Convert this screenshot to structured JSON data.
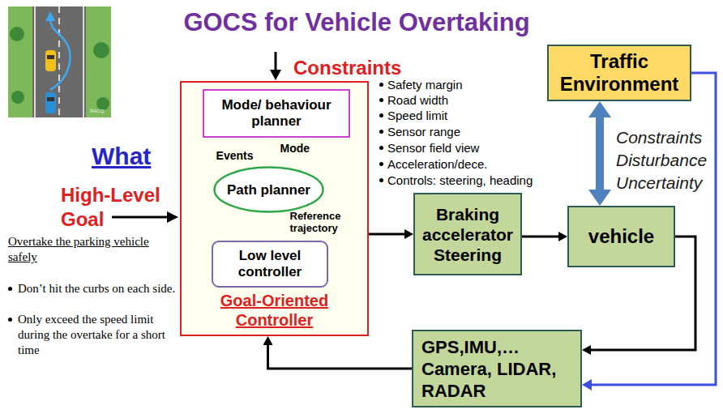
{
  "diagram": {
    "title": "GOCS for Vehicle Overtaking",
    "nodes": [
      {
        "text": [
          "Goal-Oriented Controller"
        ]
      },
      {
        "text": [
          "Mode/ behaviour planner"
        ],
        "in": 0
      },
      {
        "text": [
          "Path planner"
        ],
        "in": 0
      },
      {
        "text": [
          "Low level controller"
        ],
        "in": 0
      },
      {
        "text": [
          "Braking accelerator Steering"
        ]
      },
      {
        "text": [
          "vehicle"
        ]
      },
      {
        "text": [
          "Traffic Environment"
        ]
      },
      {
        "text": [
          "GPS,IMU,… Camera, LIDAR, RADAR"
        ]
      }
    ],
    "edges": [
      {
        "from": 2,
        "to": 1,
        "arrow": "to",
        "label": "Events"
      },
      {
        "from": 1,
        "to": 2,
        "arrow": "to",
        "label": "Mode"
      },
      {
        "from": 3,
        "to": 2,
        "arrow": "to"
      },
      {
        "from": 2,
        "to": 3,
        "arrow": "to",
        "label": "Reference trajectory"
      },
      {
        "from": 0,
        "to": 4,
        "arrow": "to"
      },
      {
        "from": 4,
        "to": 5,
        "arrow": "to"
      },
      {
        "from": 6,
        "to": 5,
        "arrow": "both"
      },
      {
        "from": 5,
        "to": 7,
        "arrow": "to"
      },
      {
        "from": 6,
        "to": 7,
        "arrow": "to"
      },
      {
        "from": 7,
        "to": 0,
        "arrow": "to"
      }
    ],
    "labels": [
      "Constraints",
      "Safety margin",
      "Road width",
      "Speed limit",
      "Sensor range",
      "Sensor field view",
      "Acceleration/dece.",
      "Controls: steering, heading",
      "What",
      "High-Level Goal",
      "Overtake the parking vehicle safely",
      "Don’t hit the curbs on each side.",
      "Only exceed the speed limit during the overtake for a short time",
      "Constraints",
      "Disturbance",
      "Uncertainty",
      "RACQ"
    ]
  }
}
